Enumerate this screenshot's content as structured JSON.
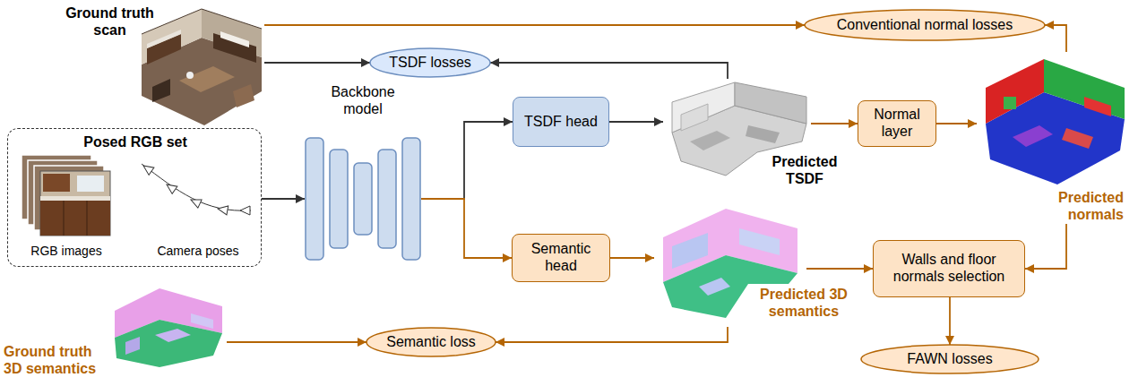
{
  "diagram": {
    "nodes": [
      {
        "text": [
          "Ground truth scan"
        ]
      },
      {
        "text": [
          "Conventional normal losses"
        ]
      },
      {
        "text": [
          "TSDF losses"
        ]
      },
      {
        "text": [
          "Posed RGB set",
          "RGB images",
          "Camera poses"
        ]
      },
      {
        "text": [
          "Backbone model"
        ]
      },
      {
        "text": [
          "TSDF head"
        ]
      },
      {
        "text": [
          "Predicted TSDF"
        ]
      },
      {
        "text": [
          "Normal layer"
        ]
      },
      {
        "text": [
          "Predicted normals"
        ]
      },
      {
        "text": [
          "Semantic head"
        ]
      },
      {
        "text": [
          "Predicted 3D semantics"
        ]
      },
      {
        "text": [
          "Walls and floor normals selection"
        ]
      },
      {
        "text": [
          "Ground truth 3D semantics"
        ]
      },
      {
        "text": [
          "Semantic loss"
        ]
      },
      {
        "text": [
          "FAWN losses"
        ]
      }
    ],
    "edges": [
      {
        "from": 0,
        "to": 1,
        "arrow": "to"
      },
      {
        "from": 0,
        "to": 2,
        "arrow": "to"
      },
      {
        "from": 8,
        "to": 1,
        "arrow": "to"
      },
      {
        "from": 6,
        "to": 2,
        "arrow": "to"
      },
      {
        "from": 3,
        "to": 4,
        "arrow": "to"
      },
      {
        "from": 4,
        "to": 5,
        "arrow": "to"
      },
      {
        "from": 4,
        "to": 9,
        "arrow": "to"
      },
      {
        "from": 5,
        "to": 6,
        "arrow": "to"
      },
      {
        "from": 6,
        "to": 7,
        "arrow": "to"
      },
      {
        "from": 7,
        "to": 8,
        "arrow": "to"
      },
      {
        "from": 9,
        "to": 10,
        "arrow": "to"
      },
      {
        "from": 10,
        "to": 11,
        "arrow": "to"
      },
      {
        "from": 8,
        "to": 11,
        "arrow": "to"
      },
      {
        "from": 11,
        "to": 14,
        "arrow": "to"
      },
      {
        "from": 12,
        "to": 13,
        "arrow": "to"
      },
      {
        "from": 10,
        "to": 13,
        "arrow": "to"
      }
    ]
  }
}
